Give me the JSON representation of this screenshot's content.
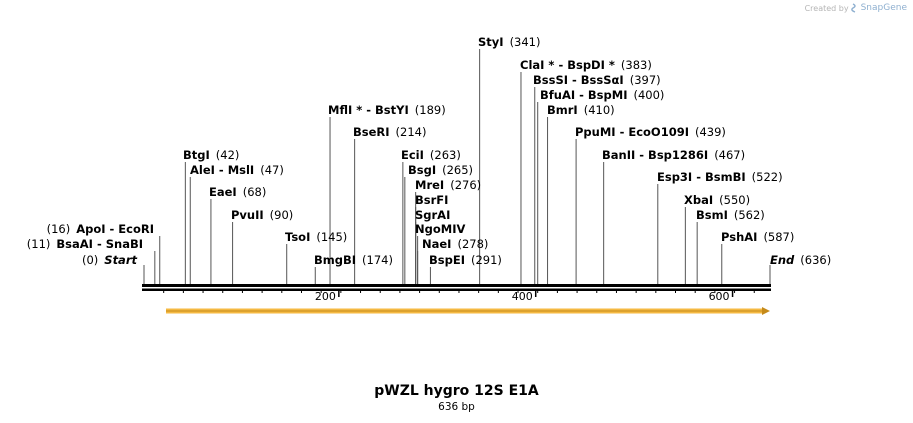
{
  "credit": {
    "prefix": "Created by",
    "brand": "SnapGene"
  },
  "title": "pWZL hygro 12S E1A",
  "subtitle": "636 bp",
  "axis": {
    "start": 0,
    "end": 636,
    "ticks": [
      200,
      400,
      600
    ]
  },
  "ends": {
    "start_label": "Start",
    "start_pos": "(0)",
    "end_label": "End",
    "end_pos": "(636)"
  },
  "sites": [
    {
      "name": "BsaAI  - SnaBI",
      "pos": "(11)",
      "bp": 11
    },
    {
      "name": "ApoI  - EcoRI",
      "pos": "(16)",
      "bp": 16
    },
    {
      "name": "BtgI",
      "pos": "(42)",
      "bp": 42
    },
    {
      "name": "AleI  - MslI",
      "pos": "(47)",
      "bp": 47
    },
    {
      "name": "EaeI",
      "pos": "(68)",
      "bp": 68
    },
    {
      "name": "PvuII",
      "pos": "(90)",
      "bp": 90
    },
    {
      "name": "TsoI",
      "pos": "(145)",
      "bp": 145
    },
    {
      "name": "BmgBI",
      "pos": "(174)",
      "bp": 174
    },
    {
      "name": "MflI * - BstYI",
      "pos": "(189)",
      "bp": 189
    },
    {
      "name": "BseRI",
      "pos": "(214)",
      "bp": 214
    },
    {
      "name": "EciI",
      "pos": "(263)",
      "bp": 263
    },
    {
      "name": "BsgI",
      "pos": "(265)",
      "bp": 265
    },
    {
      "name": "MreI",
      "pos": "(276)",
      "bp": 276
    },
    {
      "name": "BsrFI",
      "pos": "",
      "bp": 276
    },
    {
      "name": "SgrAI",
      "pos": "",
      "bp": 276
    },
    {
      "name": "NgoMIV",
      "pos": "",
      "bp": 278
    },
    {
      "name": "NaeI",
      "pos": "(278)",
      "bp": 278
    },
    {
      "name": "BspEI",
      "pos": "(291)",
      "bp": 291
    },
    {
      "name": "StyI",
      "pos": "(341)",
      "bp": 341
    },
    {
      "name": "ClaI * - BspDI *",
      "pos": "(383)",
      "bp": 383
    },
    {
      "name": "BssSI  - BssSαI",
      "pos": "(397)",
      "bp": 397
    },
    {
      "name": "BfuAI  - BspMI",
      "pos": "(400)",
      "bp": 400
    },
    {
      "name": "BmrI",
      "pos": "(410)",
      "bp": 410
    },
    {
      "name": "PpuMI  - EcoO109I",
      "pos": "(439)",
      "bp": 439
    },
    {
      "name": "BanII  - Bsp1286I",
      "pos": "(467)",
      "bp": 467
    },
    {
      "name": "Esp3I  - BsmBI",
      "pos": "(522)",
      "bp": 522
    },
    {
      "name": "XbaI",
      "pos": "(550)",
      "bp": 550
    },
    {
      "name": "BsmI",
      "pos": "(562)",
      "bp": 562
    },
    {
      "name": "PshAI",
      "pos": "(587)",
      "bp": 587
    }
  ],
  "colors": {
    "feature_arrow": "#f5b942",
    "feature_arrow_edge": "#c58a1a"
  }
}
